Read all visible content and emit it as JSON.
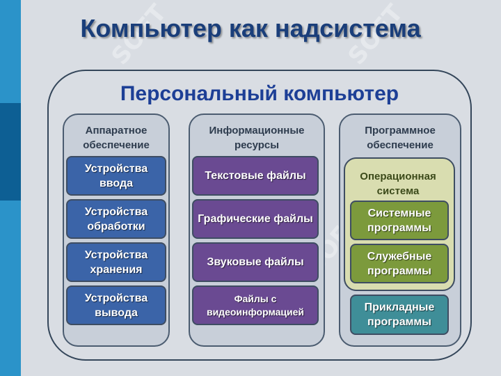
{
  "title": "Компьютер как надсистема",
  "pc_title": "Персональный компьютер",
  "watermark": "SOFT",
  "columns": {
    "hardware": {
      "heading": "Аппаратное обеспечение",
      "items": [
        "Устройства ввода",
        "Устройства обработки",
        "Устройства хранения",
        "Устройства вывода"
      ]
    },
    "info": {
      "heading": "Информационные ресурсы",
      "items": [
        "Текстовые файлы",
        "Графические файлы",
        "Звуковые файлы",
        "Файлы с видеоинформацией"
      ]
    },
    "software": {
      "heading": "Программное обеспечение",
      "os": {
        "heading": "Операционная система",
        "items": [
          "Системные программы",
          "Служебные программы"
        ]
      },
      "applied": "Прикладные программы"
    }
  },
  "colors": {
    "hardware_box": "#3b64a8",
    "info_box": "#6a4a92",
    "os_box": "#7c9a3c",
    "applied_box": "#3f8e98",
    "title": "#1a3e7a",
    "pc_title": "#1d3f96"
  }
}
